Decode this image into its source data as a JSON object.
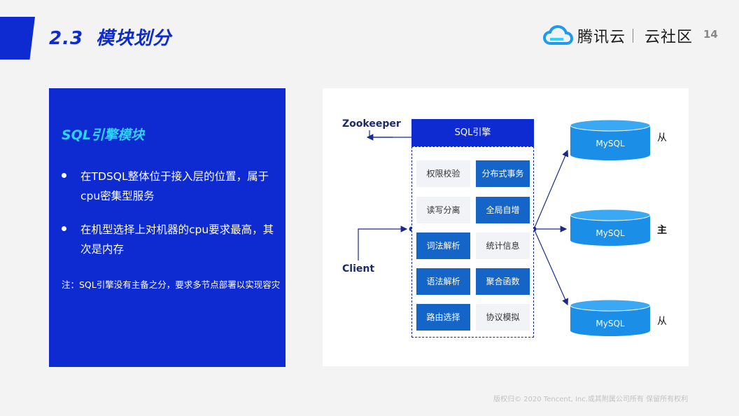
{
  "header": {
    "section_number": "2.3",
    "title": "模块划分",
    "logo_text_1": "腾讯云",
    "logo_text_2": "云社区",
    "page_number": "14"
  },
  "left_panel": {
    "heading": "SQL引擎模块",
    "bullets": [
      "在TDSQL整体位于接入层的位置，属于cpu密集型服务",
      "在机型选择上对机器的cpu要求最高，其次是内存"
    ],
    "note": "注：SQL引擎没有主备之分，要求多节点部署以实现容灾"
  },
  "diagram": {
    "zookeeper_label": "Zookeeper",
    "client_label": "Client",
    "engine_title": "SQL引擎",
    "modules": [
      {
        "label": "权限校验",
        "style": "light"
      },
      {
        "label": "分布式事务",
        "style": "dark"
      },
      {
        "label": "读写分离",
        "style": "light"
      },
      {
        "label": "全局自增",
        "style": "dark"
      },
      {
        "label": "词法解析",
        "style": "dark"
      },
      {
        "label": "统计信息",
        "style": "light"
      },
      {
        "label": "语法解析",
        "style": "dark"
      },
      {
        "label": "聚合函数",
        "style": "dark"
      },
      {
        "label": "路由选择",
        "style": "dark"
      },
      {
        "label": "协议模拟",
        "style": "light"
      }
    ],
    "databases": [
      {
        "label": "MySQL",
        "role": "从"
      },
      {
        "label": "MySQL",
        "role": "主"
      },
      {
        "label": "MySQL",
        "role": "从"
      }
    ]
  },
  "footer": {
    "copyright": "版权归© 2020 Tencent, Inc.或其附属公司所有 保留所有权利"
  },
  "colors": {
    "brand_blue": "#0d2bd1",
    "accent_cyan": "#2fd3ff",
    "module_dark": "#1565c9",
    "module_light": "#f2f3f6",
    "db_blue": "#1b8ee8"
  }
}
